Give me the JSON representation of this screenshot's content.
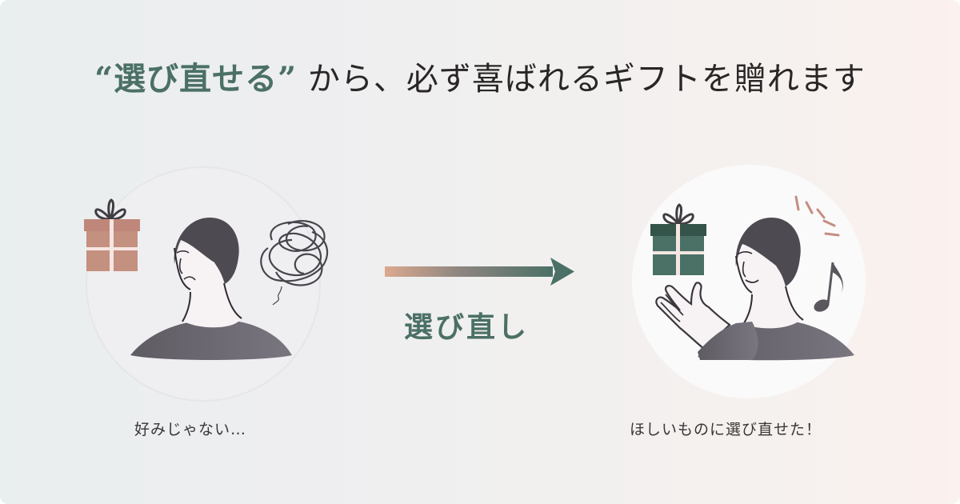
{
  "headline": {
    "open_quote": "“",
    "accent": "選び直せる",
    "close_quote": "”",
    "rest": " から、必ず喜ばれるギフトを贈れます"
  },
  "before": {
    "caption": "好みじゃない…",
    "icons": [
      "gift-box-icon",
      "tangled-thought-icon",
      "sad-person-illustration"
    ]
  },
  "transition": {
    "label": "選び直し",
    "icon": "arrow-right-icon"
  },
  "after": {
    "caption": "ほしいものに選び直せた！",
    "icons": [
      "gift-box-icon",
      "clapping-hands-icon",
      "music-note-icon",
      "happy-person-illustration"
    ]
  },
  "colors": {
    "accent_green": "#4b7066",
    "gift_pink": "#c48d80",
    "gift_green": "#4b7066",
    "clothing_gray": "#6e6a75",
    "hair_dark": "#4e4a52"
  }
}
